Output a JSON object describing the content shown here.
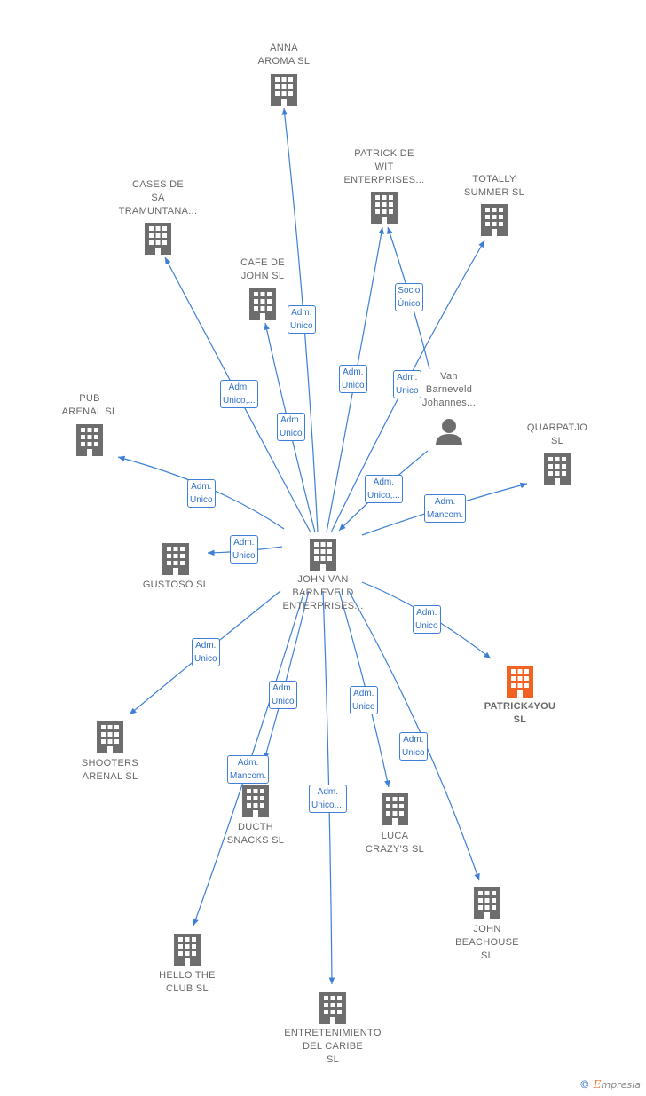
{
  "colors": {
    "edge": "#3d7fd6",
    "building": "#6d6d6d",
    "highlight": "#f26322",
    "person": "#6d6d6d"
  },
  "nodes": [
    {
      "id": "anna",
      "type": "company",
      "label": "ANNA\nAROMA  SL"
    },
    {
      "id": "patrickdewit",
      "type": "company",
      "label": "PATRICK DE\nWIT\nENTERPRISES..."
    },
    {
      "id": "totally",
      "type": "company",
      "label": "TOTALLY\nSUMMER  SL"
    },
    {
      "id": "cases",
      "type": "company",
      "label": "CASES DE\nSA\nTRAMUNTANA..."
    },
    {
      "id": "cafe",
      "type": "company",
      "label": "CAFE DE\nJOHN  SL"
    },
    {
      "id": "pub",
      "type": "company",
      "label": "PUB\nARENAL  SL"
    },
    {
      "id": "vanbarneveld",
      "type": "person",
      "label": "Van\nBarneveld\nJohannes..."
    },
    {
      "id": "quarpatjo",
      "type": "company",
      "label": "QUARPATJO\nSL"
    },
    {
      "id": "gustoso",
      "type": "company",
      "label": "GUSTOSO  SL"
    },
    {
      "id": "center",
      "type": "company",
      "label": "JOHN VAN\nBARNEVELD\nENTERPRISES..."
    },
    {
      "id": "patrick4you",
      "type": "company",
      "highlight": true,
      "label": "PATRICK4YOU\nSL"
    },
    {
      "id": "shooters",
      "type": "company",
      "label": "SHOOTERS\nARENAL  SL"
    },
    {
      "id": "ducth",
      "type": "company",
      "label": "DUCTH\nSNACKS  SL"
    },
    {
      "id": "luca",
      "type": "company",
      "label": "LUCA\nCRAZY'S  SL"
    },
    {
      "id": "beachhouse",
      "type": "company",
      "label": "JOHN\nBEACHOUSE\nSL"
    },
    {
      "id": "hello",
      "type": "company",
      "label": "HELLO THE\nCLUB  SL"
    },
    {
      "id": "caribe",
      "type": "company",
      "label": "ENTRETENIMIENTO\nDEL CARIBE\nSL"
    }
  ],
  "edges": [
    {
      "from": "center",
      "to": "anna",
      "label": "Adm.\nUnico"
    },
    {
      "from": "center",
      "to": "cases",
      "label": "Adm.\nUnico,..."
    },
    {
      "from": "center",
      "to": "cafe",
      "label": "Adm.\nUnico"
    },
    {
      "from": "center",
      "to": "patrickdewit",
      "label": "Adm.\nUnico"
    },
    {
      "from": "vanbarneveld",
      "to": "patrickdewit",
      "label": "Socio\nÚnico"
    },
    {
      "from": "center",
      "to": "totally",
      "label": "Adm.\nUnico"
    },
    {
      "from": "center",
      "to": "pub",
      "label": "Adm.\nUnico"
    },
    {
      "from": "vanbarneveld",
      "to": "center",
      "label": "Adm.\nUnico,..."
    },
    {
      "from": "center",
      "to": "quarpatjo",
      "label": "Adm.\nMancom."
    },
    {
      "from": "center",
      "to": "gustoso",
      "label": "Adm.\nUnico"
    },
    {
      "from": "center",
      "to": "patrick4you",
      "label": "Adm.\nUnico"
    },
    {
      "from": "center",
      "to": "shooters",
      "label": "Adm.\nUnico"
    },
    {
      "from": "center",
      "to": "ducth",
      "label": "Adm.\nUnico"
    },
    {
      "from": "center",
      "to": "hello",
      "label": "Adm.\nMancom."
    },
    {
      "from": "center",
      "to": "caribe",
      "label": "Adm.\nUnico,..."
    },
    {
      "from": "center",
      "to": "luca",
      "label": "Adm.\nUnico"
    },
    {
      "from": "center",
      "to": "beachhouse",
      "label": "Adm.\nUnico"
    }
  ],
  "footer": {
    "copyright_symbol": "©",
    "brand_initial": "E",
    "brand_rest": "mpresia"
  }
}
